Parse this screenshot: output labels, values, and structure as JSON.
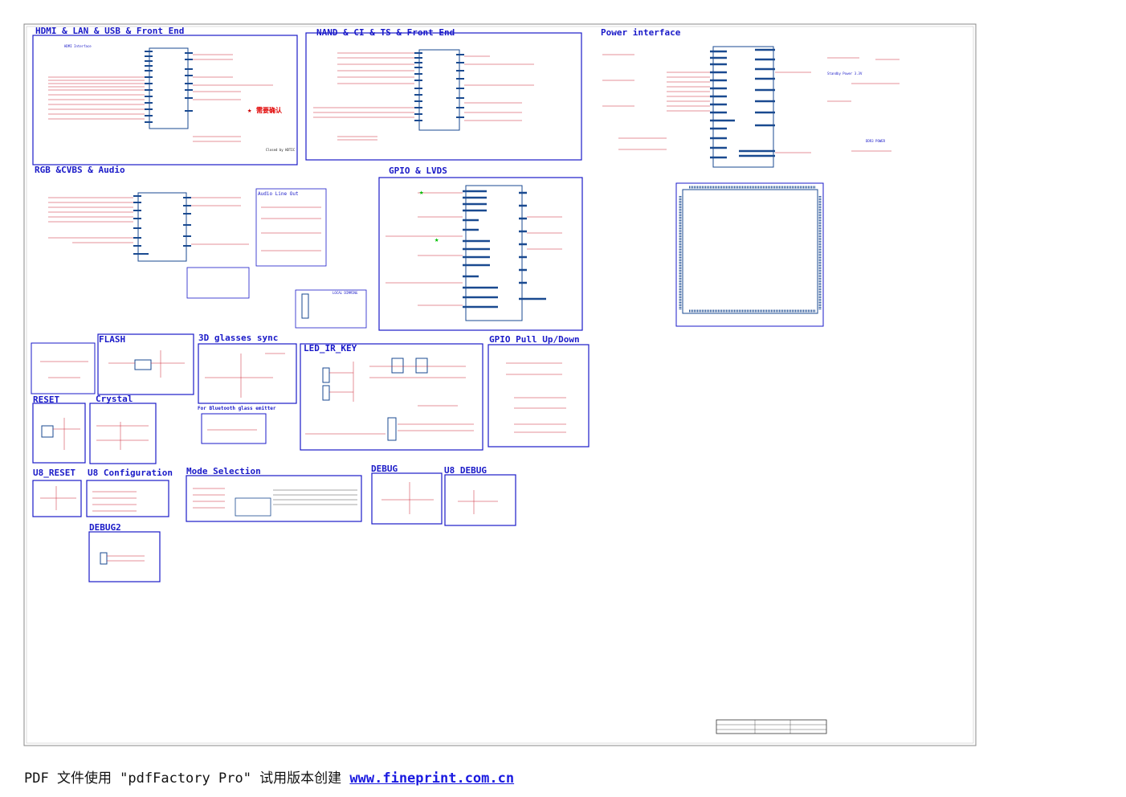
{
  "blocks": {
    "hdmi": "HDMI & LAN & USB & Front End",
    "nand": "NAND & CI & TS & Front End",
    "power": "Power interface",
    "rgb": "RGB &CVBS  & Audio",
    "gpio_lvds": "GPIO & LVDS",
    "flash": "FLASH",
    "glasses": "3D glasses sync",
    "led_ir": "LED_IR_KEY",
    "gpio_pull": "GPIO Pull Up/Down",
    "reset": "RESET",
    "crystal": "Crystal",
    "u8_reset": "U8_RESET",
    "u8_config": "U8 Configuration",
    "mode_sel": "Mode Selection",
    "debug": "DEBUG",
    "u8_debug": "U8 DEBUG",
    "debug2": "DEBUG2"
  },
  "notes": {
    "hdmi_interface": "HDMI Interface",
    "confirm": "需要确认",
    "closed_by": "Closed by HDTIC",
    "audio_line_out": "Audio Line Out",
    "bluetooth": "For Bluetooth glass emitter",
    "local_dimming": "LOCAL DIMMING",
    "standby_power": "Standby Power 3.3V",
    "ddr3_power": "DDR3 POWER"
  },
  "footer": {
    "prefix": "PDF 文件使用 \"pdfFactory Pro\" 试用版本创建 ",
    "link": "www.fineprint.com.cn"
  },
  "colors": {
    "border_blue": "#1a1ac8",
    "pin_blue": "#1a4a90",
    "wire_red": "#cc2233",
    "frame": "#888888"
  }
}
